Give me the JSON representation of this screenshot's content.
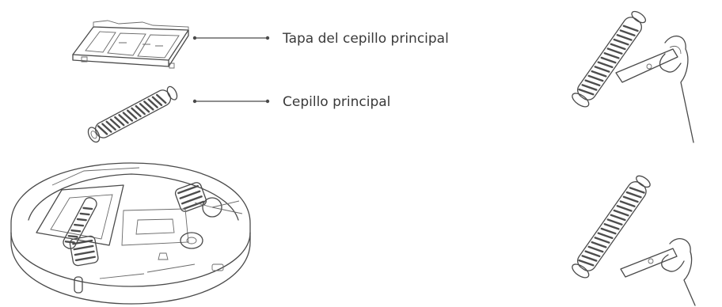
{
  "labels": {
    "brush_cover": "Tapa del cepillo principal",
    "main_brush": "Cepillo principal"
  },
  "icons": [
    "brush-cover",
    "main-brush",
    "robot-vacuum-underside",
    "brush-cleaning-tool-step-1",
    "brush-cleaning-tool-step-2"
  ],
  "colors": {
    "line": "#4a4a4a",
    "text": "#3a3a3a",
    "background": "#ffffff"
  }
}
